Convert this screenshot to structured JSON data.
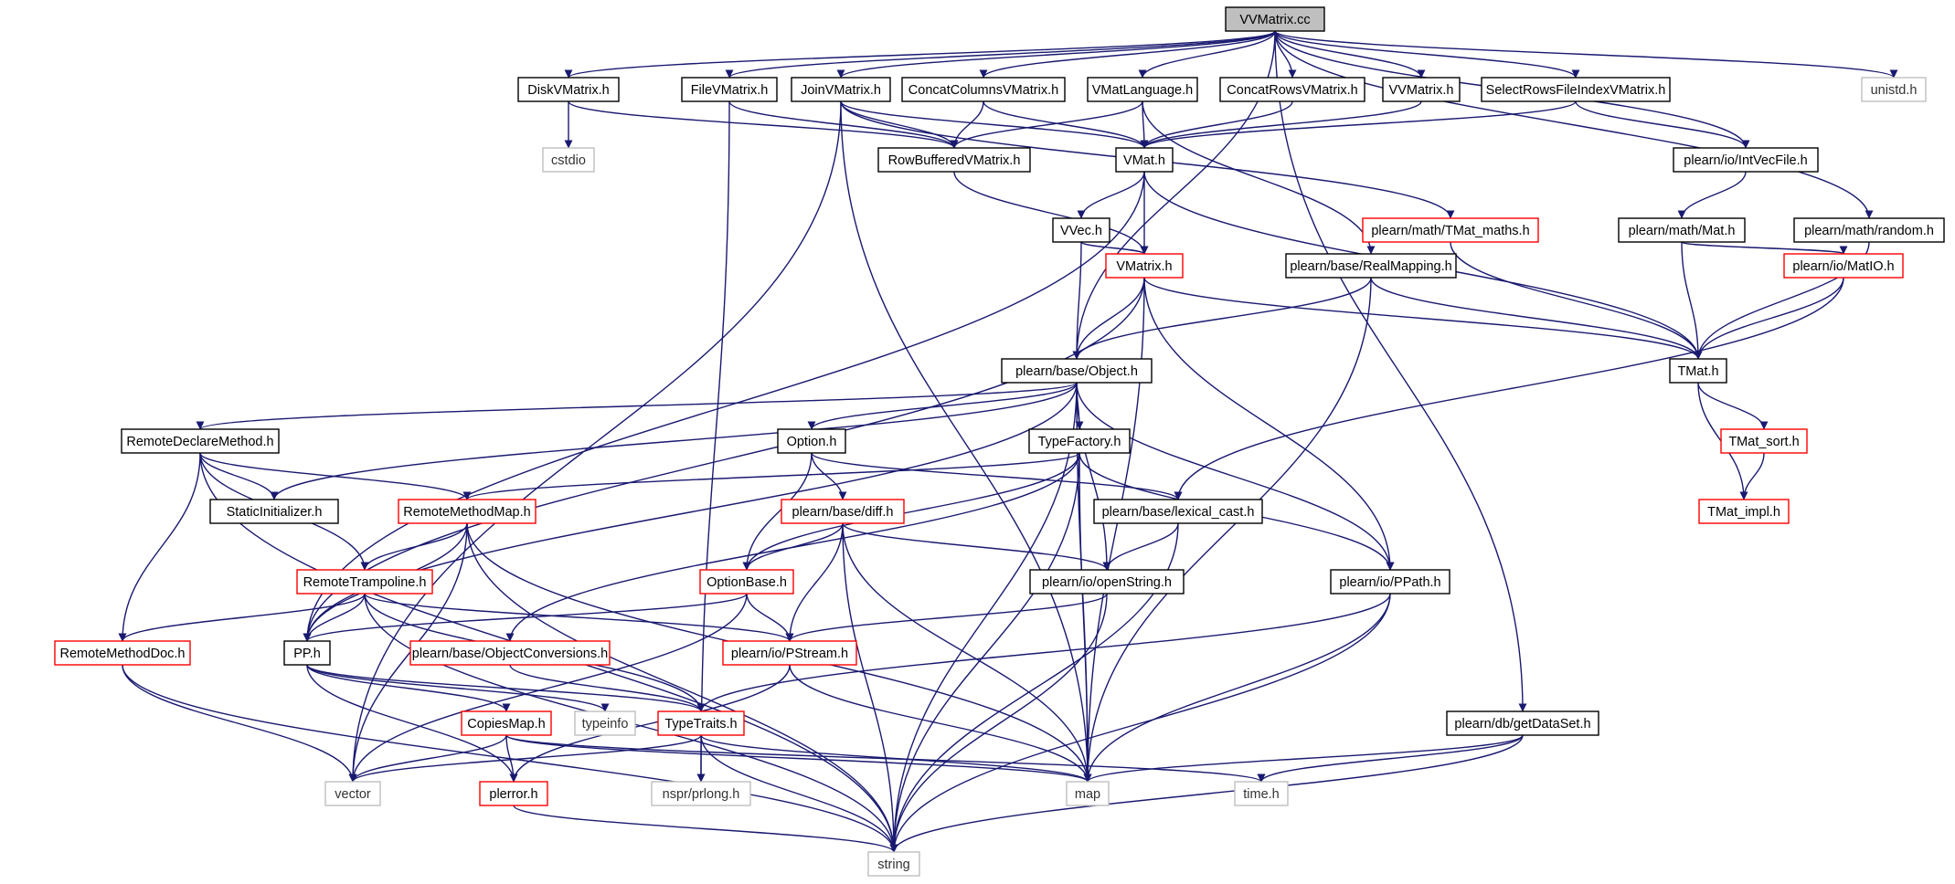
{
  "graph": {
    "nodes": [
      {
        "id": "VVMatrix.cc",
        "label": "VVMatrix.cc",
        "style": "root"
      },
      {
        "id": "DiskVMatrix.h",
        "label": "DiskVMatrix.h",
        "style": "normal"
      },
      {
        "id": "FileVMatrix.h",
        "label": "FileVMatrix.h",
        "style": "normal"
      },
      {
        "id": "JoinVMatrix.h",
        "label": "JoinVMatrix.h",
        "style": "normal"
      },
      {
        "id": "ConcatColumnsVMatrix.h",
        "label": "ConcatColumnsVMatrix.h",
        "style": "normal"
      },
      {
        "id": "VMatLanguage.h",
        "label": "VMatLanguage.h",
        "style": "normal"
      },
      {
        "id": "ConcatRowsVMatrix.h",
        "label": "ConcatRowsVMatrix.h",
        "style": "normal"
      },
      {
        "id": "VVMatrix.h",
        "label": "VVMatrix.h",
        "style": "normal"
      },
      {
        "id": "SelectRowsFileIndexVMatrix.h",
        "label": "SelectRowsFileIndexVMatrix.h",
        "style": "normal"
      },
      {
        "id": "unistd.h",
        "label": "unistd.h",
        "style": "external"
      },
      {
        "id": "cstdio",
        "label": "cstdio",
        "style": "external"
      },
      {
        "id": "RowBufferedVMatrix.h",
        "label": "RowBufferedVMatrix.h",
        "style": "normal"
      },
      {
        "id": "VMat.h",
        "label": "VMat.h",
        "style": "normal"
      },
      {
        "id": "plearn/io/IntVecFile.h",
        "label": "plearn/io/IntVecFile.h",
        "style": "normal"
      },
      {
        "id": "VVec.h",
        "label": "VVec.h",
        "style": "normal"
      },
      {
        "id": "plearn/math/TMat_maths.h",
        "label": "plearn/math/TMat_maths.h",
        "style": "truncated"
      },
      {
        "id": "plearn/math/Mat.h",
        "label": "plearn/math/Mat.h",
        "style": "normal"
      },
      {
        "id": "plearn/math/random.h",
        "label": "plearn/math/random.h",
        "style": "normal"
      },
      {
        "id": "VMatrix.h",
        "label": "VMatrix.h",
        "style": "truncated"
      },
      {
        "id": "plearn/base/RealMapping.h",
        "label": "plearn/base/RealMapping.h",
        "style": "normal"
      },
      {
        "id": "plearn/io/MatIO.h",
        "label": "plearn/io/MatIO.h",
        "style": "truncated"
      },
      {
        "id": "plearn/base/Object.h",
        "label": "plearn/base/Object.h",
        "style": "normal"
      },
      {
        "id": "TMat.h",
        "label": "TMat.h",
        "style": "normal"
      },
      {
        "id": "RemoteDeclareMethod.h",
        "label": "RemoteDeclareMethod.h",
        "style": "normal"
      },
      {
        "id": "Option.h",
        "label": "Option.h",
        "style": "normal"
      },
      {
        "id": "TypeFactory.h",
        "label": "TypeFactory.h",
        "style": "normal"
      },
      {
        "id": "TMat_sort.h",
        "label": "TMat_sort.h",
        "style": "truncated"
      },
      {
        "id": "StaticInitializer.h",
        "label": "StaticInitializer.h",
        "style": "normal"
      },
      {
        "id": "RemoteMethodMap.h",
        "label": "RemoteMethodMap.h",
        "style": "truncated"
      },
      {
        "id": "plearn/base/diff.h",
        "label": "plearn/base/diff.h",
        "style": "truncated"
      },
      {
        "id": "plearn/base/lexical_cast.h",
        "label": "plearn/base/lexical_cast.h",
        "style": "normal"
      },
      {
        "id": "TMat_impl.h",
        "label": "TMat_impl.h",
        "style": "truncated"
      },
      {
        "id": "RemoteTrampoline.h",
        "label": "RemoteTrampoline.h",
        "style": "truncated"
      },
      {
        "id": "OptionBase.h",
        "label": "OptionBase.h",
        "style": "truncated"
      },
      {
        "id": "plearn/io/openString.h",
        "label": "plearn/io/openString.h",
        "style": "normal"
      },
      {
        "id": "plearn/io/PPath.h",
        "label": "plearn/io/PPath.h",
        "style": "normal"
      },
      {
        "id": "RemoteMethodDoc.h",
        "label": "RemoteMethodDoc.h",
        "style": "truncated"
      },
      {
        "id": "PP.h",
        "label": "PP.h",
        "style": "normal"
      },
      {
        "id": "plearn/base/ObjectConversions.h",
        "label": "plearn/base/ObjectConversions.h",
        "style": "truncated"
      },
      {
        "id": "plearn/io/PStream.h",
        "label": "plearn/io/PStream.h",
        "style": "truncated"
      },
      {
        "id": "CopiesMap.h",
        "label": "CopiesMap.h",
        "style": "truncated"
      },
      {
        "id": "typeinfo",
        "label": "typeinfo",
        "style": "external"
      },
      {
        "id": "TypeTraits.h",
        "label": "TypeTraits.h",
        "style": "truncated"
      },
      {
        "id": "plearn/db/getDataSet.h",
        "label": "plearn/db/getDataSet.h",
        "style": "normal"
      },
      {
        "id": "vector",
        "label": "vector",
        "style": "external"
      },
      {
        "id": "plerror.h",
        "label": "plerror.h",
        "style": "truncated"
      },
      {
        "id": "nspr/prlong.h",
        "label": "nspr/prlong.h",
        "style": "external"
      },
      {
        "id": "map",
        "label": "map",
        "style": "external"
      },
      {
        "id": "time.h",
        "label": "time.h",
        "style": "external"
      },
      {
        "id": "string",
        "label": "string",
        "style": "external"
      }
    ],
    "edges": [
      [
        "VVMatrix.cc",
        "DiskVMatrix.h"
      ],
      [
        "VVMatrix.cc",
        "FileVMatrix.h"
      ],
      [
        "VVMatrix.cc",
        "JoinVMatrix.h"
      ],
      [
        "VVMatrix.cc",
        "ConcatColumnsVMatrix.h"
      ],
      [
        "VVMatrix.cc",
        "VMatLanguage.h"
      ],
      [
        "VVMatrix.cc",
        "ConcatRowsVMatrix.h"
      ],
      [
        "VVMatrix.cc",
        "VVMatrix.h"
      ],
      [
        "VVMatrix.cc",
        "SelectRowsFileIndexVMatrix.h"
      ],
      [
        "VVMatrix.cc",
        "unistd.h"
      ],
      [
        "VVMatrix.cc",
        "plearn/io/IntVecFile.h"
      ],
      [
        "VVMatrix.cc",
        "plearn/math/random.h"
      ],
      [
        "VVMatrix.cc",
        "plearn/db/getDataSet.h"
      ],
      [
        "VVMatrix.cc",
        "plearn/base/Object.h"
      ],
      [
        "DiskVMatrix.h",
        "cstdio"
      ],
      [
        "DiskVMatrix.h",
        "RowBufferedVMatrix.h"
      ],
      [
        "FileVMatrix.h",
        "RowBufferedVMatrix.h"
      ],
      [
        "FileVMatrix.h",
        "nspr/prlong.h"
      ],
      [
        "JoinVMatrix.h",
        "RowBufferedVMatrix.h"
      ],
      [
        "JoinVMatrix.h",
        "VMat.h"
      ],
      [
        "JoinVMatrix.h",
        "plearn/math/TMat_maths.h"
      ],
      [
        "JoinVMatrix.h",
        "map"
      ],
      [
        "JoinVMatrix.h",
        "vector"
      ],
      [
        "ConcatColumnsVMatrix.h",
        "RowBufferedVMatrix.h"
      ],
      [
        "ConcatColumnsVMatrix.h",
        "VMat.h"
      ],
      [
        "VMatLanguage.h",
        "RowBufferedVMatrix.h"
      ],
      [
        "VMatLanguage.h",
        "VMat.h"
      ],
      [
        "VMatLanguage.h",
        "plearn/base/RealMapping.h"
      ],
      [
        "ConcatRowsVMatrix.h",
        "VMat.h"
      ],
      [
        "VVMatrix.h",
        "VMat.h"
      ],
      [
        "SelectRowsFileIndexVMatrix.h",
        "VMat.h"
      ],
      [
        "SelectRowsFileIndexVMatrix.h",
        "plearn/io/IntVecFile.h"
      ],
      [
        "RowBufferedVMatrix.h",
        "VMatrix.h"
      ],
      [
        "VMat.h",
        "VVec.h"
      ],
      [
        "VMat.h",
        "VMatrix.h"
      ],
      [
        "VMat.h",
        "TMat.h"
      ],
      [
        "VMat.h",
        "PP.h"
      ],
      [
        "plearn/io/IntVecFile.h",
        "plearn/math/Mat.h"
      ],
      [
        "VVec.h",
        "VMatrix.h"
      ],
      [
        "VVec.h",
        "plearn/base/Object.h"
      ],
      [
        "plearn/math/TMat_maths.h",
        "TMat.h"
      ],
      [
        "plearn/math/Mat.h",
        "TMat.h"
      ],
      [
        "plearn/math/Mat.h",
        "plearn/io/MatIO.h"
      ],
      [
        "plearn/math/random.h",
        "TMat.h"
      ],
      [
        "VMatrix.h",
        "plearn/base/Object.h"
      ],
      [
        "VMatrix.h",
        "TMat.h"
      ],
      [
        "VMatrix.h",
        "plearn/io/PPath.h"
      ],
      [
        "VMatrix.h",
        "map"
      ],
      [
        "VMatrix.h",
        "PP.h"
      ],
      [
        "plearn/base/RealMapping.h",
        "plearn/base/Object.h"
      ],
      [
        "plearn/base/RealMapping.h",
        "TMat.h"
      ],
      [
        "plearn/base/RealMapping.h",
        "map"
      ],
      [
        "plearn/io/MatIO.h",
        "TMat.h"
      ],
      [
        "plearn/io/MatIO.h",
        "plearn/base/lexical_cast.h"
      ],
      [
        "plearn/base/Object.h",
        "RemoteDeclareMethod.h"
      ],
      [
        "plearn/base/Object.h",
        "StaticInitializer.h"
      ],
      [
        "plearn/base/Object.h",
        "Option.h"
      ],
      [
        "plearn/base/Object.h",
        "TypeFactory.h"
      ],
      [
        "plearn/base/Object.h",
        "PP.h"
      ],
      [
        "plearn/base/Object.h",
        "plearn/io/openString.h"
      ],
      [
        "plearn/base/Object.h",
        "plearn/io/PPath.h"
      ],
      [
        "plearn/base/Object.h",
        "map"
      ],
      [
        "plearn/base/Object.h",
        "string"
      ],
      [
        "TMat.h",
        "TMat_sort.h"
      ],
      [
        "TMat.h",
        "TMat_impl.h"
      ],
      [
        "TMat_sort.h",
        "TMat_impl.h"
      ],
      [
        "RemoteDeclareMethod.h",
        "StaticInitializer.h"
      ],
      [
        "RemoteDeclareMethod.h",
        "RemoteMethodMap.h"
      ],
      [
        "RemoteDeclareMethod.h",
        "RemoteTrampoline.h"
      ],
      [
        "RemoteDeclareMethod.h",
        "RemoteMethodDoc.h"
      ],
      [
        "RemoteDeclareMethod.h",
        "string"
      ],
      [
        "Option.h",
        "plearn/base/diff.h"
      ],
      [
        "Option.h",
        "OptionBase.h"
      ],
      [
        "Option.h",
        "plearn/base/lexical_cast.h"
      ],
      [
        "TypeFactory.h",
        "RemoteMethodMap.h"
      ],
      [
        "TypeFactory.h",
        "OptionBase.h"
      ],
      [
        "TypeFactory.h",
        "plearn/base/ObjectConversions.h"
      ],
      [
        "TypeFactory.h",
        "plearn/io/PPath.h"
      ],
      [
        "TypeFactory.h",
        "map"
      ],
      [
        "TypeFactory.h",
        "string"
      ],
      [
        "RemoteMethodMap.h",
        "RemoteTrampoline.h"
      ],
      [
        "RemoteMethodMap.h",
        "PP.h"
      ],
      [
        "RemoteMethodMap.h",
        "map"
      ],
      [
        "RemoteMethodMap.h",
        "string"
      ],
      [
        "RemoteMethodMap.h",
        "vector"
      ],
      [
        "plearn/base/diff.h",
        "OptionBase.h"
      ],
      [
        "plearn/base/diff.h",
        "plearn/io/PStream.h"
      ],
      [
        "plearn/base/diff.h",
        "plearn/io/openString.h"
      ],
      [
        "plearn/base/diff.h",
        "map"
      ],
      [
        "plearn/base/diff.h",
        "string"
      ],
      [
        "plearn/base/lexical_cast.h",
        "plearn/io/openString.h"
      ],
      [
        "plearn/base/lexical_cast.h",
        "string"
      ],
      [
        "RemoteTrampoline.h",
        "RemoteMethodDoc.h"
      ],
      [
        "RemoteTrampoline.h",
        "PP.h"
      ],
      [
        "RemoteTrampoline.h",
        "plearn/io/PStream.h"
      ],
      [
        "RemoteTrampoline.h",
        "TypeTraits.h"
      ],
      [
        "RemoteTrampoline.h",
        "string"
      ],
      [
        "OptionBase.h",
        "PP.h"
      ],
      [
        "OptionBase.h",
        "plearn/io/PStream.h"
      ],
      [
        "OptionBase.h",
        "vector"
      ],
      [
        "plearn/io/openString.h",
        "plearn/io/PStream.h"
      ],
      [
        "plearn/io/openString.h",
        "string"
      ],
      [
        "plearn/io/PPath.h",
        "TypeTraits.h"
      ],
      [
        "plearn/io/PPath.h",
        "map"
      ],
      [
        "plearn/io/PPath.h",
        "string"
      ],
      [
        "RemoteMethodDoc.h",
        "vector"
      ],
      [
        "RemoteMethodDoc.h",
        "string"
      ],
      [
        "PP.h",
        "CopiesMap.h"
      ],
      [
        "PP.h",
        "typeinfo"
      ],
      [
        "PP.h",
        "TypeTraits.h"
      ],
      [
        "PP.h",
        "plerror.h"
      ],
      [
        "plearn/base/ObjectConversions.h",
        "TypeTraits.h"
      ],
      [
        "plearn/io/PStream.h",
        "plerror.h"
      ],
      [
        "plearn/io/PStream.h",
        "map"
      ],
      [
        "CopiesMap.h",
        "vector"
      ],
      [
        "CopiesMap.h",
        "plerror.h"
      ],
      [
        "CopiesMap.h",
        "map"
      ],
      [
        "CopiesMap.h",
        "time.h"
      ],
      [
        "TypeTraits.h",
        "vector"
      ],
      [
        "TypeTraits.h",
        "nspr/prlong.h"
      ],
      [
        "TypeTraits.h",
        "map"
      ],
      [
        "TypeTraits.h",
        "string"
      ],
      [
        "plerror.h",
        "string"
      ],
      [
        "plearn/db/getDataSet.h",
        "map"
      ],
      [
        "plearn/db/getDataSet.h",
        "time.h"
      ],
      [
        "plearn/db/getDataSet.h",
        "string"
      ]
    ]
  },
  "colors": {
    "edge": "#191970",
    "normal_border": "#000000",
    "truncated_border": "#ff0000",
    "external_border": "#bfbfbf",
    "external_text": "#333333",
    "root_fill": "#bfbfbf",
    "node_fill": "#ffffff",
    "text": "#000000"
  }
}
